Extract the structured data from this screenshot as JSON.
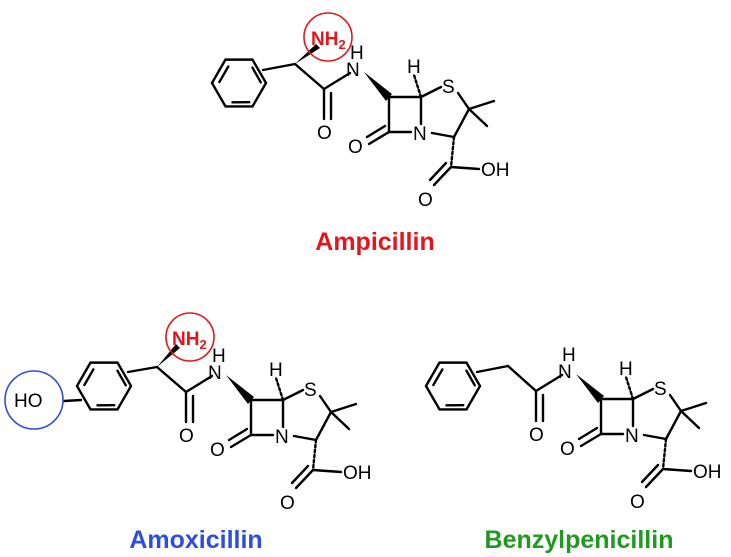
{
  "compounds": [
    {
      "name": "Ampicillin",
      "color": "#e8141c",
      "highlight": {
        "label": "NH",
        "sub": "2",
        "color": "#e8141c"
      }
    },
    {
      "name": "Amoxicillin",
      "color": "#2f4ddd",
      "highlights": [
        {
          "label": "NH",
          "sub": "2",
          "color": "#e8141c"
        },
        {
          "label": "HO",
          "color": "#2f4ddd"
        }
      ]
    },
    {
      "name": "Benzylpenicillin",
      "color": "#1f9a1f"
    }
  ],
  "atoms": {
    "N": "N",
    "H": "H",
    "S": "S",
    "O": "O",
    "OH": "OH"
  }
}
